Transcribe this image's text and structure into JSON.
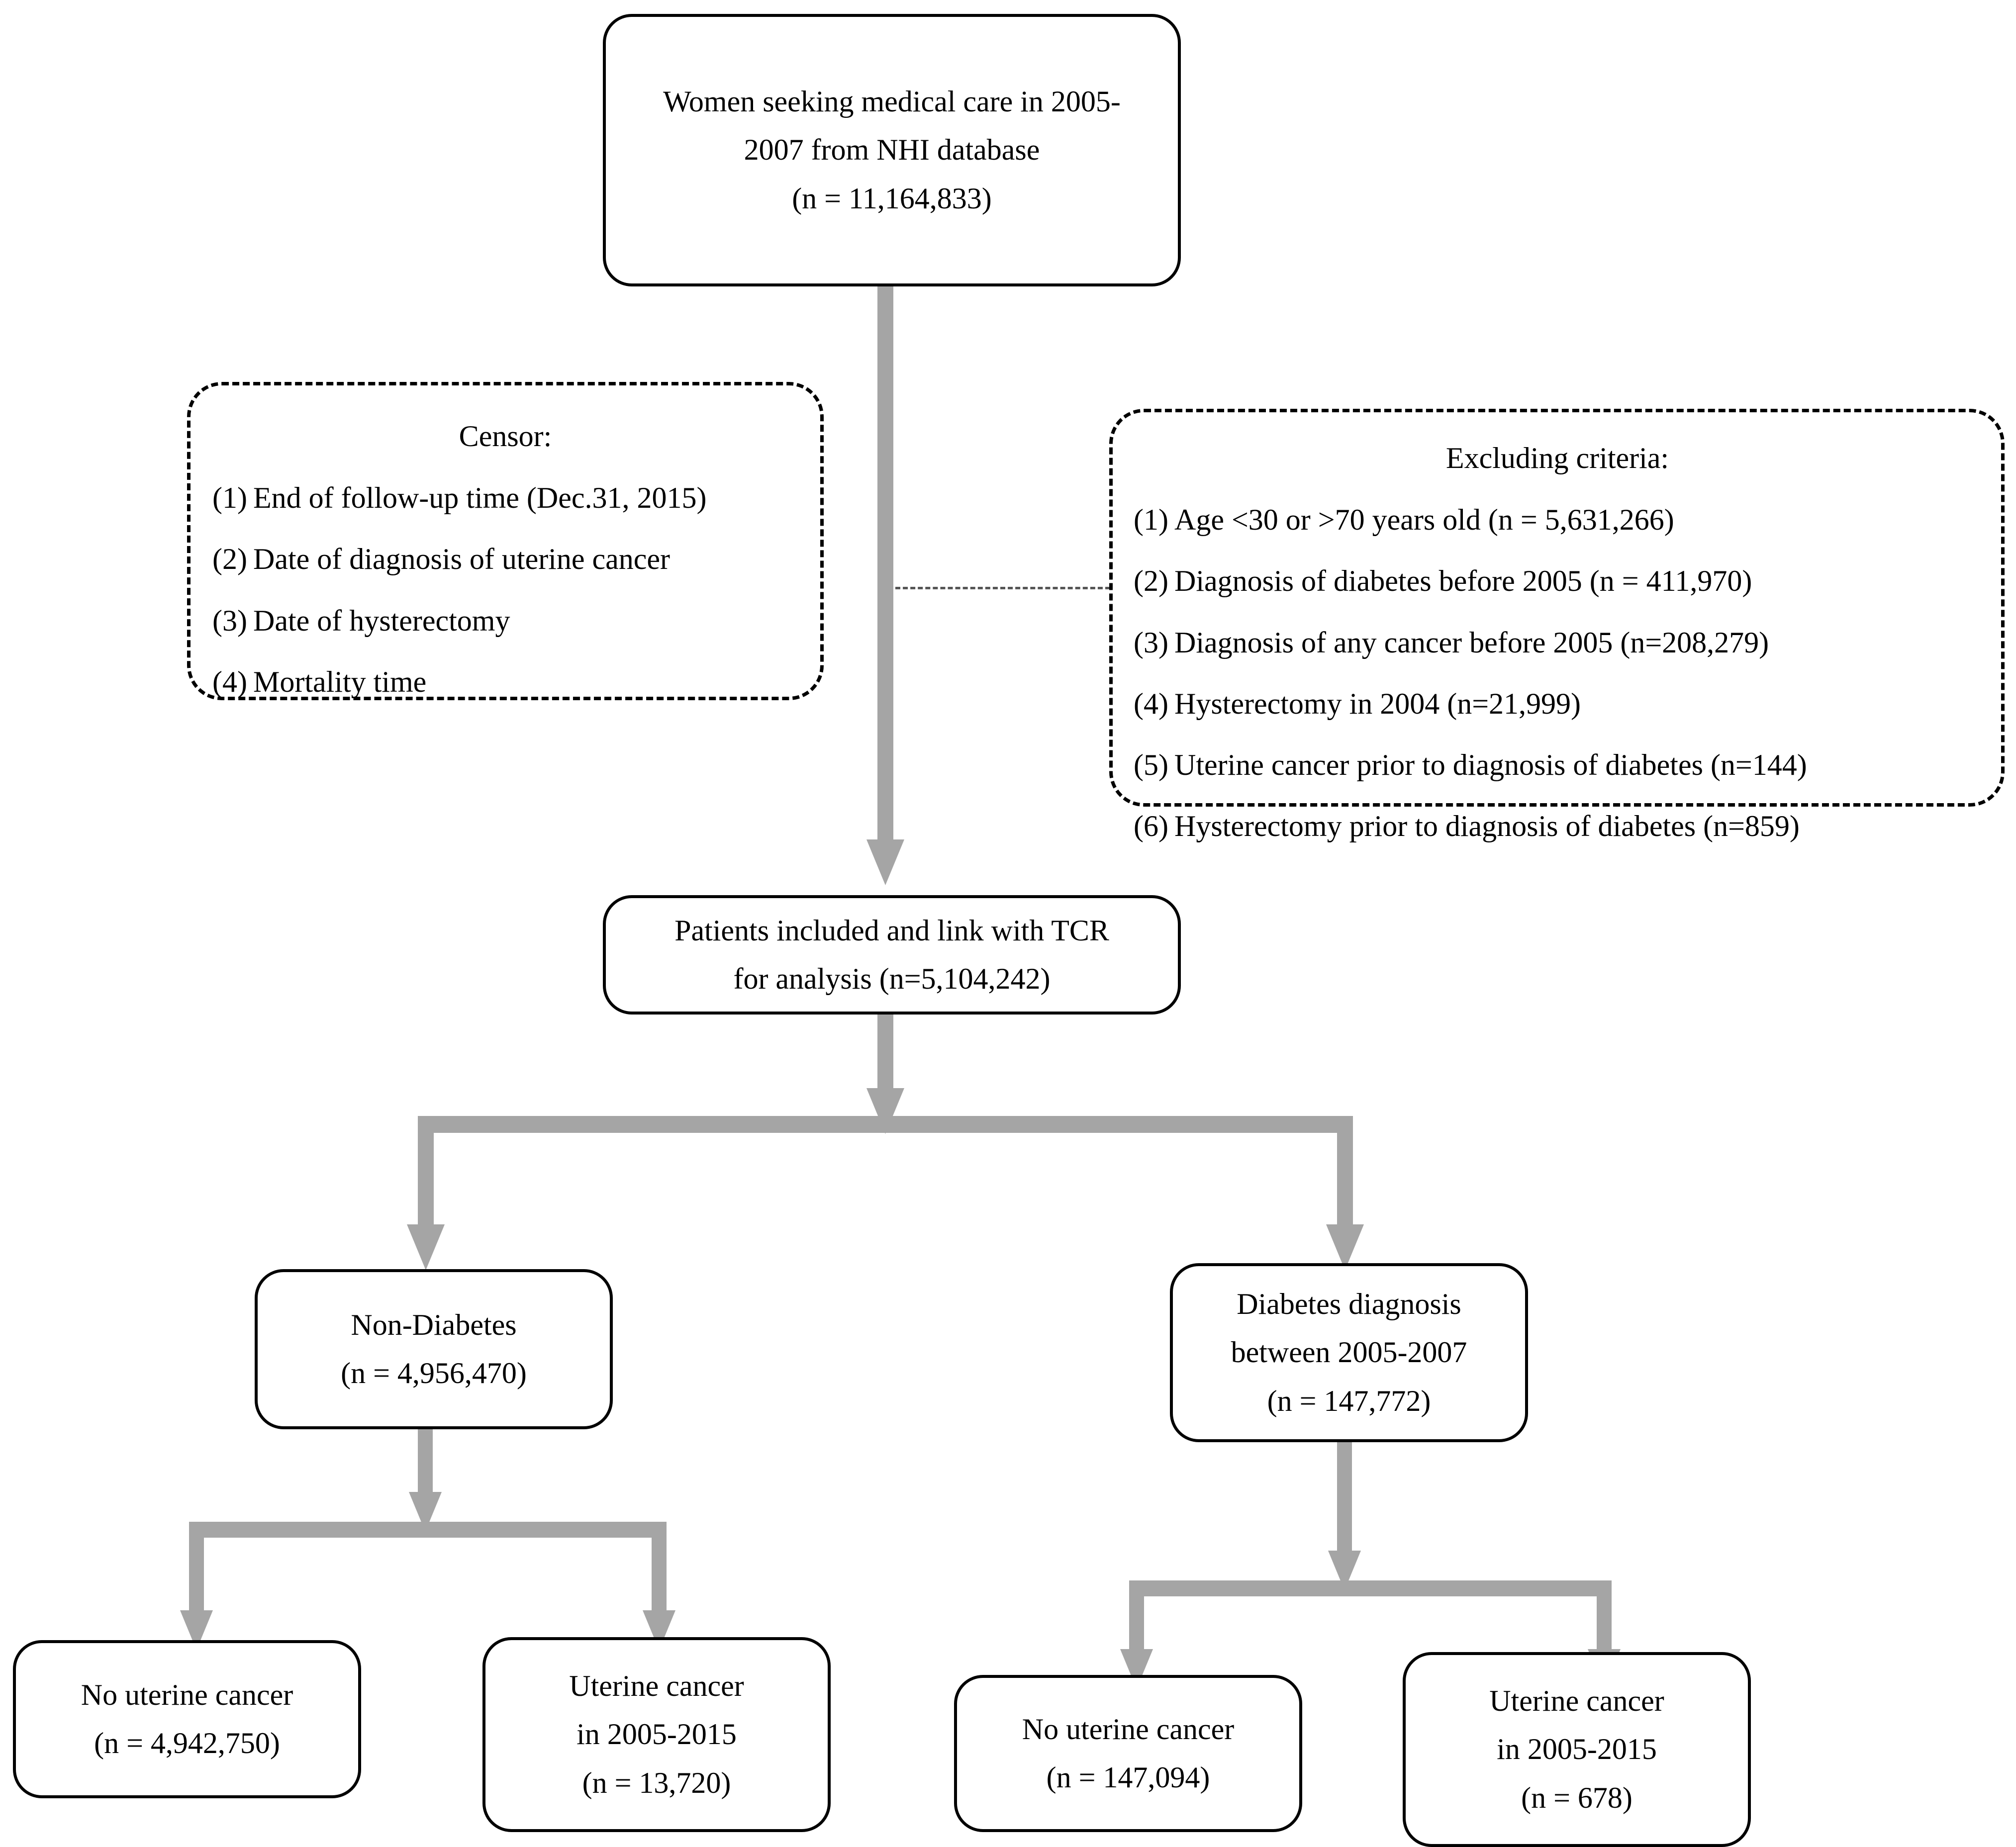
{
  "figure": {
    "type": "flowchart",
    "title": "Study population selection flowchart",
    "accent_gray": "#a5a5a5",
    "border_color": "#000000",
    "background": "#ffffff"
  },
  "nodes": {
    "source": {
      "name": "source-population",
      "lines": [
        "Women seeking medical care in 2005-",
        "2007 from NHI database",
        "(n = 11,164,833)"
      ]
    },
    "censor": {
      "name": "censor-criteria",
      "title": "Censor:",
      "items": [
        {
          "num": "(1)",
          "text": "End of follow-up time (Dec.31, 2015)"
        },
        {
          "num": "(2)",
          "text": "Date of diagnosis of uterine cancer"
        },
        {
          "num": "(3)",
          "text": "Date of hysterectomy"
        },
        {
          "num": "(4)",
          "text": "Mortality time"
        }
      ]
    },
    "excluding": {
      "name": "excluding-criteria",
      "title": "Excluding criteria:",
      "items": [
        {
          "num": "(1)",
          "text": "Age <30 or >70 years old (n = 5,631,266)"
        },
        {
          "num": "(2)",
          "text": "Diagnosis of diabetes before 2005 (n = 411,970)"
        },
        {
          "num": "(3)",
          "text": "Diagnosis of any cancer before 2005 (n=208,279)"
        },
        {
          "num": "(4)",
          "text": "Hysterectomy in 2004 (n=21,999)"
        },
        {
          "num": "(5)",
          "text": "Uterine cancer prior to diagnosis of diabetes (n=144)"
        },
        {
          "num": "(6)",
          "text": "Hysterectomy prior to diagnosis of diabetes (n=859)"
        }
      ]
    },
    "included": {
      "name": "patients-included",
      "lines": [
        "Patients included and link with TCR",
        "for analysis (n=5,104,242)"
      ]
    },
    "non_diabetes": {
      "name": "non-diabetes-group",
      "lines": [
        "Non-Diabetes",
        "(n = 4,956,470)"
      ]
    },
    "diabetes": {
      "name": "diabetes-group",
      "lines": [
        "Diabetes diagnosis",
        "between 2005-2007",
        "(n = 147,772)"
      ]
    },
    "nd_no_cancer": {
      "name": "non-diabetes-no-uterine-cancer",
      "lines": [
        "No uterine cancer",
        "(n = 4,942,750)"
      ]
    },
    "nd_cancer": {
      "name": "non-diabetes-uterine-cancer",
      "lines": [
        "Uterine cancer",
        "in 2005-2015",
        "(n = 13,720)"
      ]
    },
    "db_no_cancer": {
      "name": "diabetes-no-uterine-cancer",
      "lines": [
        "No uterine cancer",
        "(n = 147,094)"
      ]
    },
    "db_cancer": {
      "name": "diabetes-uterine-cancer",
      "lines": [
        "Uterine cancer",
        "in 2005-2015",
        "(n = 678)"
      ]
    }
  },
  "chart_data": {
    "type": "flowchart",
    "title": "Women seeking medical care in 2005-2007 from NHI database",
    "counts": {
      "source_total": 11164833,
      "excluded_age": 5631266,
      "excluded_diabetes_before_2005": 411970,
      "excluded_any_cancer_before_2005": 208279,
      "excluded_hysterectomy_2004": 21999,
      "excluded_uterine_cancer_prior_diabetes": 144,
      "excluded_hysterectomy_prior_diabetes": 859,
      "included_total": 5104242,
      "non_diabetes": 4956470,
      "diabetes": 147772,
      "non_diabetes_no_uterine_cancer": 4942750,
      "non_diabetes_uterine_cancer": 13720,
      "diabetes_no_uterine_cancer": 147094,
      "diabetes_uterine_cancer": 678
    }
  }
}
